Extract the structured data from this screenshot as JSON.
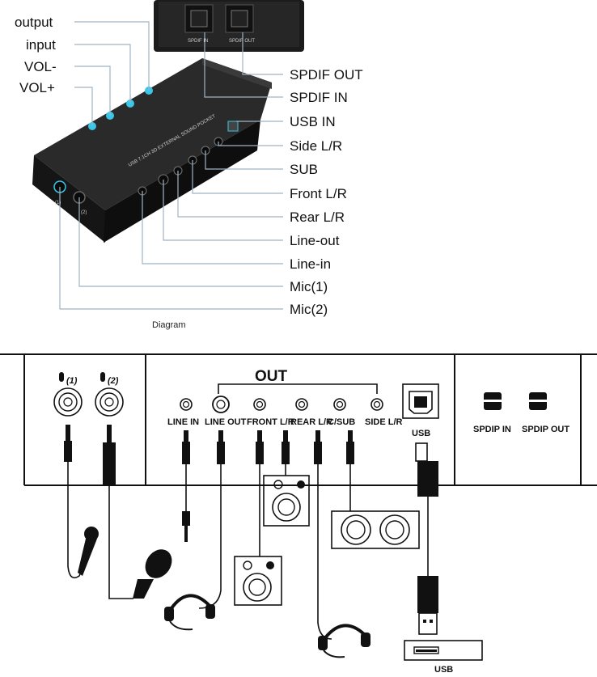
{
  "device_left_labels": [
    "output",
    "input",
    "VOL-",
    "VOL+"
  ],
  "device_right_labels": [
    "SPDIF OUT",
    "SPDIF IN",
    "USB IN",
    "Side L/R",
    "SUB",
    "Front L/R",
    "Rear L/R",
    "Line-out",
    "Line-in",
    "Mic(1)",
    "Mic(2)"
  ],
  "caption": "Diagram",
  "device_print": {
    "spdif_in": "SPDIF IN",
    "spdif_out": "SPDIF OUT",
    "top_text_1": "USB 7.1CH 3D EXTERNAL SOUND POCKET",
    "mic1": "(1)",
    "mic2": "(2)"
  },
  "panel": {
    "out_title": "OUT",
    "mic1": "(1)",
    "mic2": "(2)",
    "ports": [
      "LINE IN",
      "LINE OUT",
      "FRONT L/R",
      "REAR L/R",
      "C/SUB",
      "SIDE L/R"
    ],
    "usb": "USB",
    "spdif_in": "SPDIP IN",
    "spdif_out": "SPDIP OUT",
    "usb_host": "USB"
  },
  "colors": {
    "device_body": "#1a1a1a",
    "led": "#38c7e8",
    "leader": "#9fb3c4"
  }
}
